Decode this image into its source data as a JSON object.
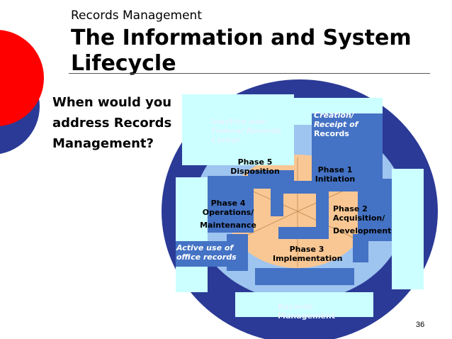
{
  "header": {
    "subtitle": "Records Management",
    "title": "The Information and System Lifecycle"
  },
  "question": {
    "line1": "When would you",
    "line2": "address Records",
    "line3": "Management?"
  },
  "diagram": {
    "phases": {
      "phase1": {
        "line1": "Phase 1",
        "line2": "Initiation"
      },
      "phase2": {
        "line1": "Phase 2",
        "line2": "Acquisition/",
        "line3": "Development"
      },
      "phase3": {
        "line1": "Phase 3",
        "line2": "Implementation"
      },
      "phase4": {
        "line1": "Phase 4",
        "line2": "Operations/",
        "line3": "Maintenance"
      },
      "phase5": {
        "line1": "Phase 5",
        "line2": "Disposition"
      }
    },
    "notes": {
      "inactive": {
        "line1": "Inactive use:",
        "line2": "Federal Records",
        "line3": "Center"
      },
      "creation": {
        "line1": "Creation/",
        "line2": "Receipt of",
        "line3": "Records"
      },
      "active": {
        "line1": "Active use of",
        "line2": "office records"
      },
      "records_mgmt": {
        "line1": "Records",
        "line2": "Management"
      }
    },
    "colors": {
      "outer_ring": "#2b3a96",
      "mid_ring": "#9ec4f0",
      "inner_fill": "#f9c794",
      "phase_block": "#4472c4",
      "callout": "#ccffff"
    }
  },
  "footer": {
    "page_number": "36"
  }
}
